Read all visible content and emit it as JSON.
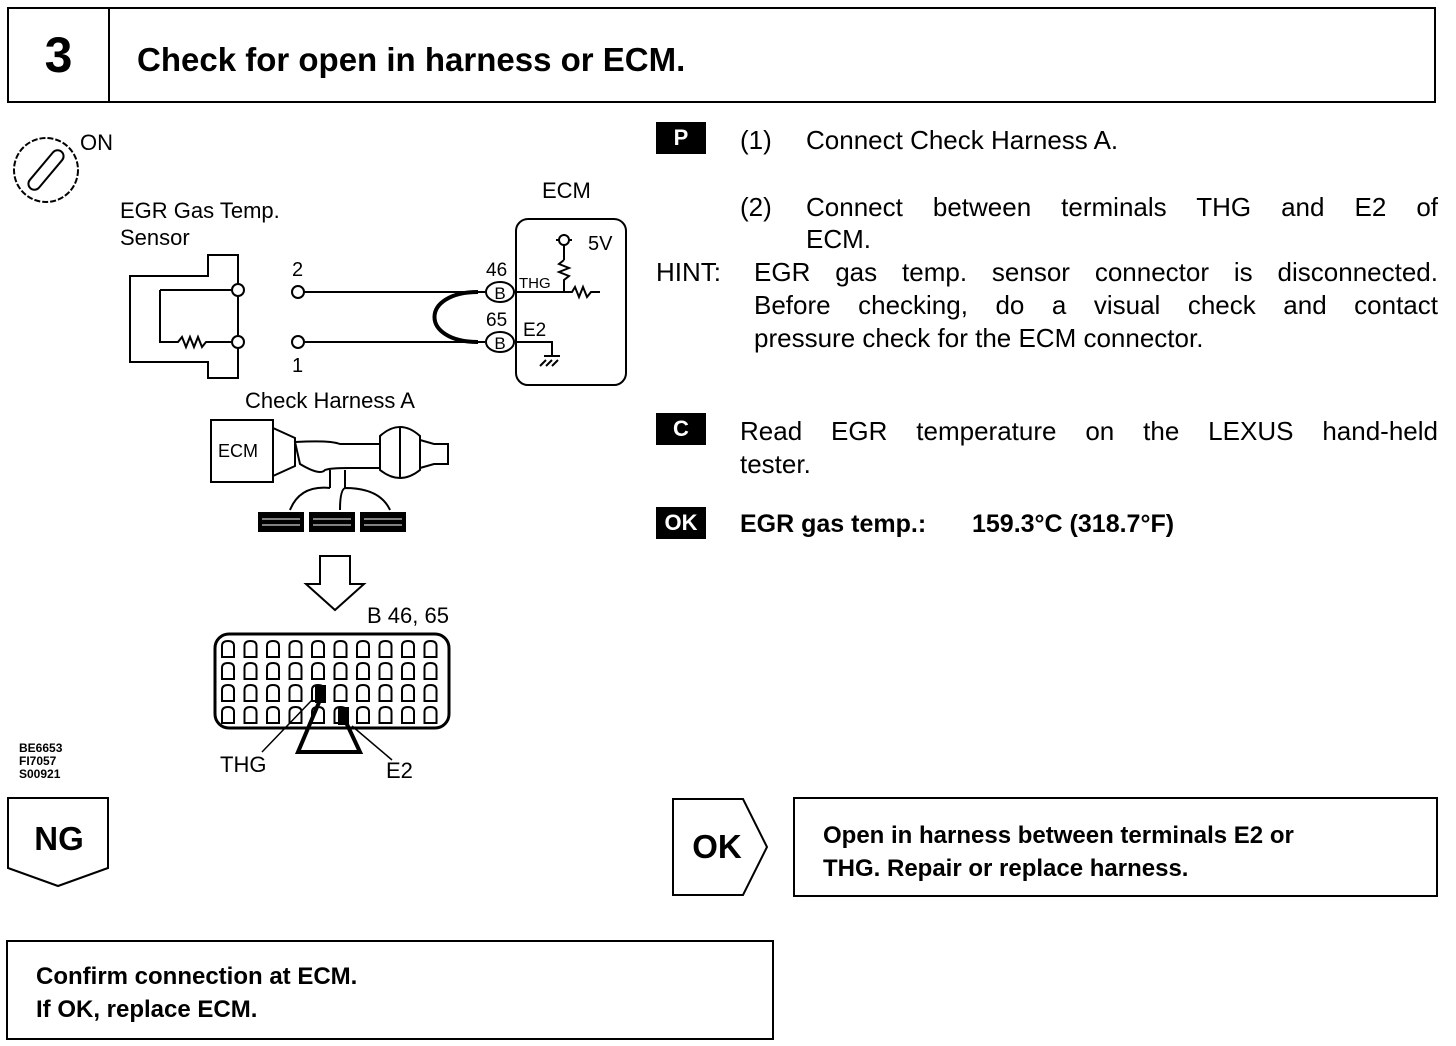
{
  "header": {
    "step_number": "3",
    "title": "Check for open in harness or ECM."
  },
  "diagram": {
    "ignition_label": "ON",
    "sensor_label_1": "EGR Gas Temp.",
    "sensor_label_2": "Sensor",
    "ecm_label": "ECM",
    "voltage_label": "5V",
    "pin_2": "2",
    "pin_1": "1",
    "terminal_46": "46",
    "terminal_65": "65",
    "connector_b": "B",
    "thg_label": "THG",
    "e2_label": "E2",
    "harness_label": "Check Harness A",
    "harness_ecm_label": "ECM",
    "connector_ref": "B 46, 65",
    "thg_pointer": "THG",
    "e2_pointer": "E2"
  },
  "figure_codes": [
    "BE6653",
    "FI7057",
    "S00921"
  ],
  "steps": {
    "p_badge": "P",
    "step1_num": "(1)",
    "step1_text": "Connect Check Harness A.",
    "step2_num": "(2)",
    "step2_line1": "Connect between terminals THG and E2 of",
    "step2_line2": "ECM.",
    "hint_label": "HINT:",
    "hint_line1": "EGR gas temp. sensor connector is disconnected.",
    "hint_line2": "Before checking, do a visual check and contact",
    "hint_line3": "pressure check for the ECM connector.",
    "c_badge": "C",
    "c_line1": "Read EGR temperature on the LEXUS hand-held",
    "c_line2": "tester.",
    "ok_badge": "OK",
    "ok_label": "EGR gas temp.:",
    "ok_value": "159.3°C (318.7°F)"
  },
  "results": {
    "ng_label": "NG",
    "ok_label": "OK",
    "ok_line1": "Open in harness between terminals E2 or",
    "ok_line2": "THG. Repair or replace harness.",
    "ng_line1": "Confirm connection at ECM.",
    "ng_line2": "If OK, replace ECM."
  }
}
